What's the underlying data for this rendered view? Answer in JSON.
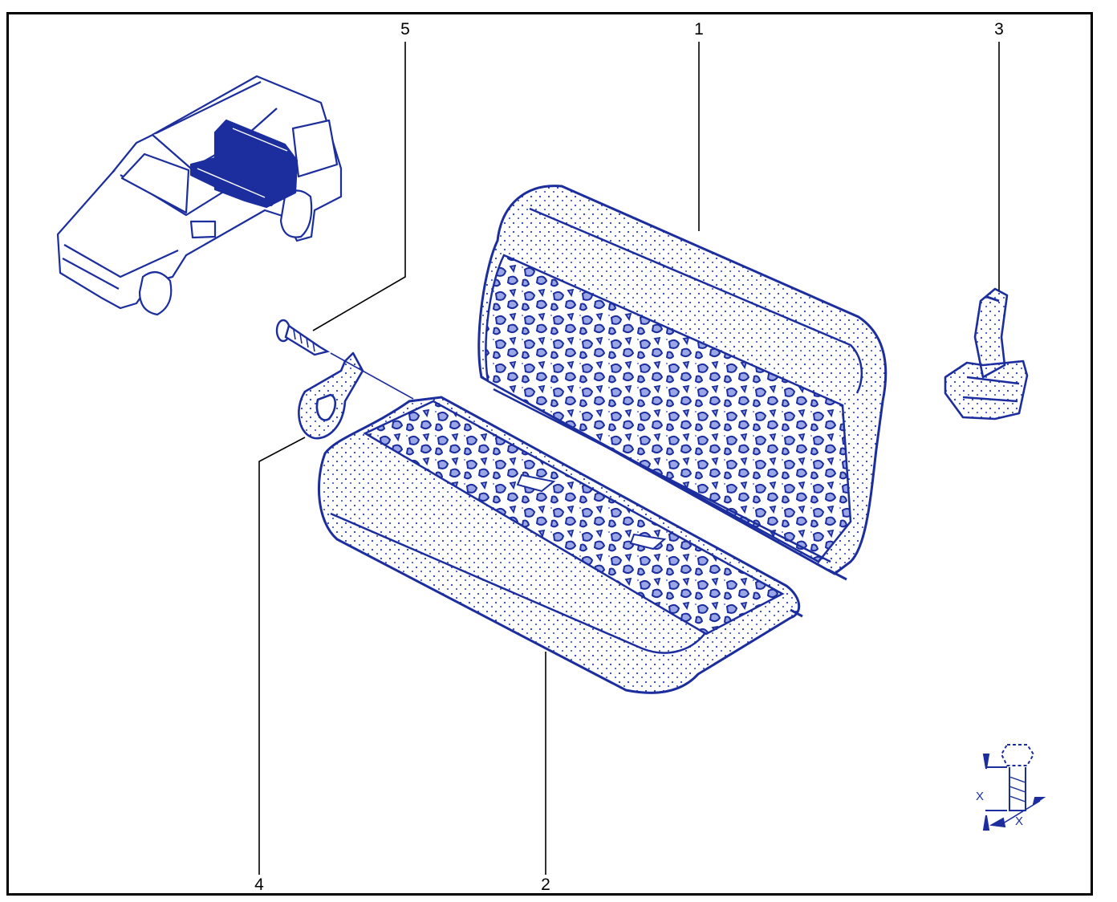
{
  "diagram": {
    "callouts": [
      {
        "id": "1",
        "label": "1"
      },
      {
        "id": "2",
        "label": "2"
      },
      {
        "id": "3",
        "label": "3"
      },
      {
        "id": "4",
        "label": "4"
      },
      {
        "id": "5",
        "label": "5"
      }
    ],
    "legend": {
      "bolt_dimension_label": "X"
    },
    "colors": {
      "ink": "#1c2e9e",
      "frame": "#000000",
      "speckle": "#2a3cb8"
    },
    "icons": {
      "vehicle": "vehicle-locator-icon",
      "fastener": "screw-icon",
      "strap": "strap-icon",
      "clip": "latch-clip-icon",
      "bolt": "bolt-dimension-icon"
    }
  }
}
